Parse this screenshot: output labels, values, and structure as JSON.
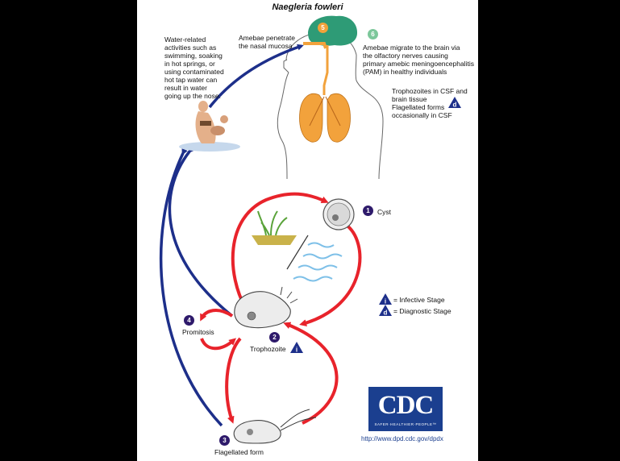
{
  "title": "Naegleria fowleri",
  "colors": {
    "cycle": "#e8232b",
    "transmission": "#1d2f8a",
    "badge": "#2e1a6b",
    "lungs": "#f2a23c",
    "brain": "#2e9b76"
  },
  "labels": {
    "water": "Water-related\nactivities such as\nswimming, soaking\nin hot springs, or\nusing contaminated\nhot tap water can\nresult in water\ngoing up the nose.",
    "step5": "Amebae penetrate\nthe nasal mucosa",
    "step6": "Amebae migrate to the brain via\nthe olfactory nerves causing\nprimary amebic meningoencephalitis\n(PAM) in healthy individuals",
    "csf": "Trophozoites in CSF and\nbrain tissue\nFlagellated forms\noccasionally in CSF",
    "cyst": "Cyst",
    "trophozoite": "Trophozoite",
    "promitosis": "Promitosis",
    "flagellated": "Flagellated form",
    "infective": "= Infective Stage",
    "diagnostic": "= Diagnostic Stage"
  },
  "badges": {
    "n1": "1",
    "n2": "2",
    "n3": "3",
    "n4": "4",
    "n5": "5",
    "n6": "6",
    "i": "i",
    "d": "d"
  },
  "logo": {
    "text": "CDC",
    "tagline": "SAFER·HEALTHIER·PEOPLE™",
    "url": "http://www.dpd.cdc.gov/dpdx"
  }
}
